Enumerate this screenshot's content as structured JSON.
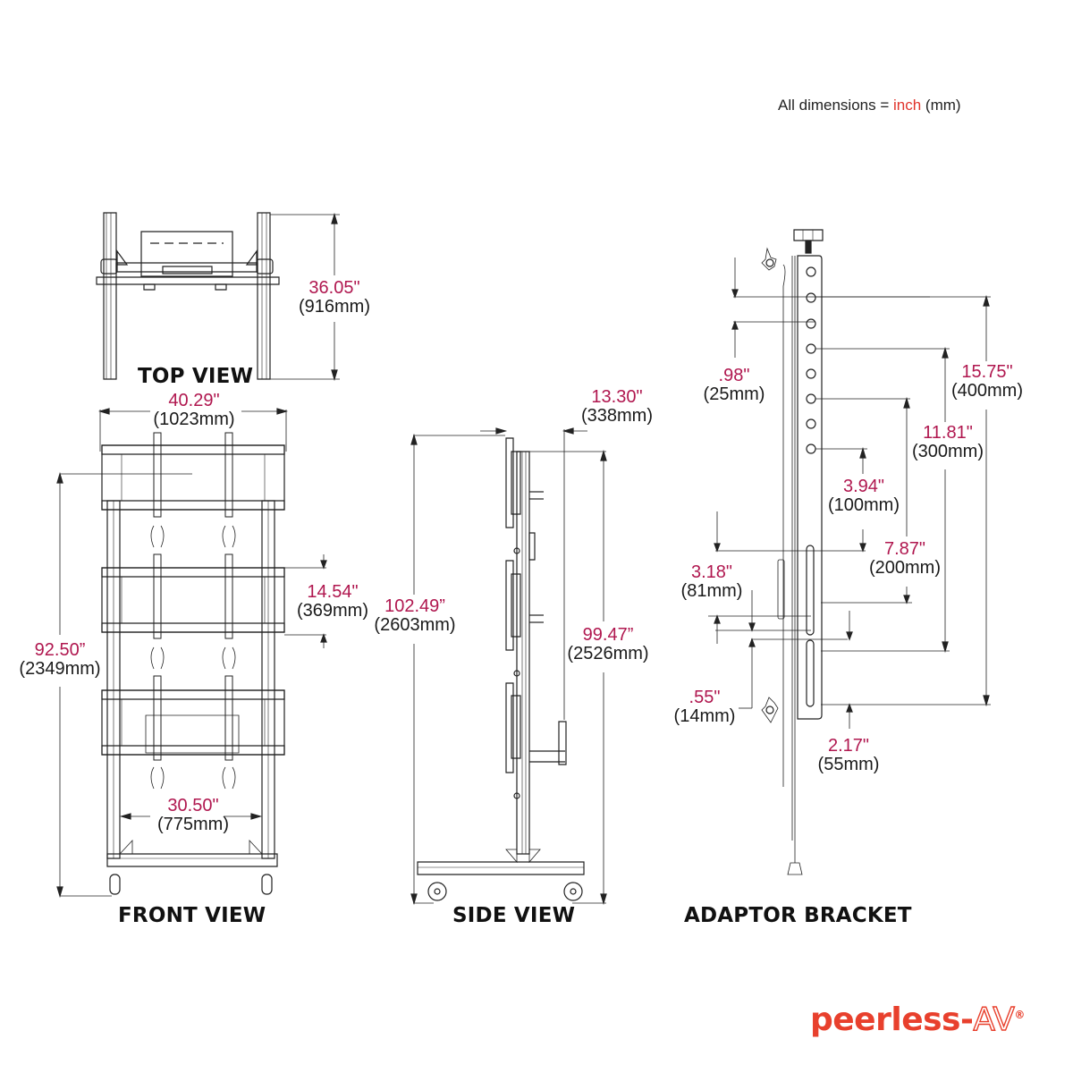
{
  "note": {
    "prefix": "All dimensions = ",
    "unit_primary": "inch",
    "unit_secondary": "(mm)",
    "accent_color": "#e0342c"
  },
  "colors": {
    "dimension_inch": "#b0174f",
    "dimension_mm": "#1a1a1a",
    "line": "#222222",
    "brand": "#e8402d"
  },
  "views": {
    "top": {
      "title": "TOP VIEW",
      "dims": {
        "depth": {
          "in": "36.05\"",
          "mm": "(916mm)"
        }
      }
    },
    "front": {
      "title": "FRONT VIEW",
      "dims": {
        "width": {
          "in": "40.29\"",
          "mm": "(1023mm)"
        },
        "center_height": {
          "in": "92.50”",
          "mm": "(2349mm)"
        },
        "rail_spacing": {
          "in": "14.54\"",
          "mm": "(369mm)"
        },
        "base_inner_width": {
          "in": "30.50\"",
          "mm": "(775mm)"
        }
      }
    },
    "side": {
      "title": "SIDE VIEW",
      "dims": {
        "offset": {
          "in": "13.30\"",
          "mm": "(338mm)"
        },
        "overall_height": {
          "in": "102.49”",
          "mm": "(2603mm)"
        },
        "column_height": {
          "in": "99.47”",
          "mm": "(2526mm)"
        }
      }
    },
    "bracket": {
      "title": "ADAPTOR BRACKET",
      "dims": {
        "top_offset": {
          "in": ".98\"",
          "mm": "(25mm)"
        },
        "span_400": {
          "in": "15.75\"",
          "mm": "(400mm)"
        },
        "span_300": {
          "in": "11.81\"",
          "mm": "(300mm)"
        },
        "span_100": {
          "in": "3.94\"",
          "mm": "(100mm)"
        },
        "span_200": {
          "in": "7.87\"",
          "mm": "(200mm)"
        },
        "slot_gap": {
          "in": "3.18\"",
          "mm": "(81mm)"
        },
        "hook_offset": {
          "in": ".55\"",
          "mm": "(14mm)"
        },
        "bottom_offset": {
          "in": "2.17\"",
          "mm": "(55mm)"
        }
      }
    }
  },
  "brand": {
    "name_main": "peerless-",
    "name_suffix": "AV",
    "registered": "®"
  }
}
